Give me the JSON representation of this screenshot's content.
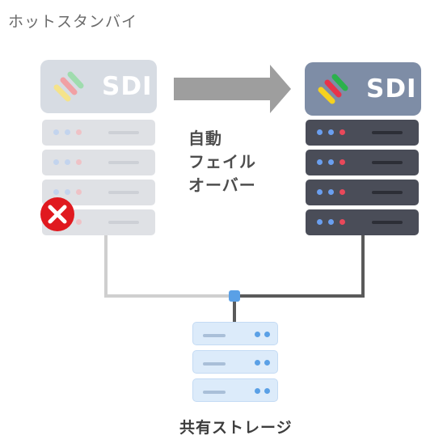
{
  "title": "ホットスタンバイ",
  "primary": {
    "label": "SDI",
    "status_icon": "error-x-icon"
  },
  "standby": {
    "label": "SDI"
  },
  "failover": {
    "lines": [
      "自動",
      "フェイル",
      "オーバー"
    ]
  },
  "storage": {
    "label": "共有ストレージ"
  },
  "colors": {
    "primary_badge": "#d7dce3",
    "standby_badge": "#7e8da6",
    "standby_rack": "#4a4d58",
    "error": "#e0191f",
    "storage": "#dcebfa",
    "connector": "#5aa0e6"
  }
}
